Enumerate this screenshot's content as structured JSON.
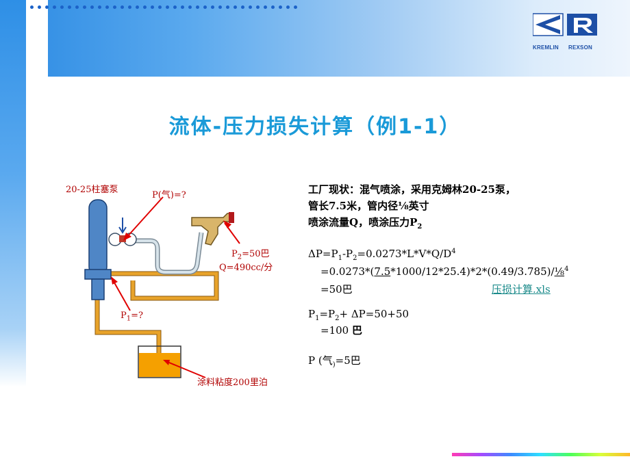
{
  "header": {
    "logo_left": "KREMLIN",
    "logo_right": "REXSON"
  },
  "title": "流体-压力损失计算（例1-1）",
  "diagram": {
    "pump_label": "20-25柱塞泵",
    "air_pressure_label": "P(气)=?",
    "p2_label_prefix": "P",
    "p2_label_sub": "2",
    "p2_label_suffix": "=50巴",
    "flow_label": "Q=490cc/分",
    "p1_label_prefix": "P",
    "p1_label_sub": "1",
    "p1_label_suffix": "=?",
    "paint_label": "涂料粘度200里泊",
    "colors": {
      "pipe": "#e8a32a",
      "paint": "#f5a000",
      "pump_body": "#4f86c6",
      "arrow": "#e00000",
      "gun": "#d9b56a"
    }
  },
  "content": {
    "line1": "工厂现状：混气喷涂，采用克姆林20-25泵，",
    "line2": "管长7.5米，管内径⅛英寸",
    "line3_a": "喷涂流量Q，喷涂压力P",
    "line3_sub": "2",
    "formula1_a": "ΔP=P",
    "formula1_sub1": "1",
    "formula1_b": "-P",
    "formula1_sub2": "2",
    "formula1_c": "=0.0273*L*V*Q/D",
    "formula1_sup": "4",
    "formula2_a": "=0.0273*(",
    "formula2_u": "7.5",
    "formula2_b": "*1000/12*25.4)*2*(0.49/3.785)/",
    "formula2_frac": "⅛",
    "formula2_sup": "4",
    "formula3": "=50巴",
    "link": "压损计算.xls",
    "formula4_a": "P",
    "formula4_sub1": "1",
    "formula4_b": "=P",
    "formula4_sub2": "2",
    "formula4_c": "+ ΔP=50+50",
    "formula5_a": "=100 ",
    "formula5_b": "巴",
    "formula6_a": "P (气",
    "formula6_sub": ")",
    "formula6_b": "=5巴"
  }
}
